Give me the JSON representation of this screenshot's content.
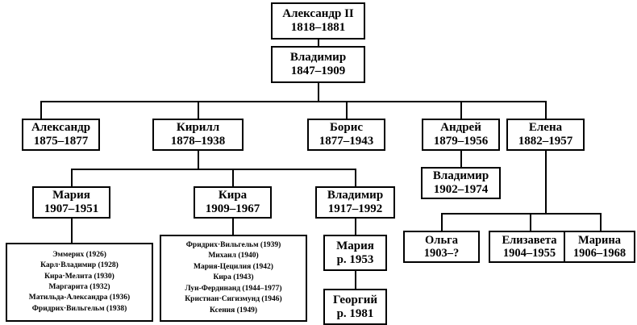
{
  "diagram": {
    "title": "Romanov Vladimirovichi genealogical tree",
    "line_color": "#000000",
    "background_color": "#ffffff"
  },
  "nodes": {
    "alexander2": {
      "name": "Александр II",
      "dates": "1818–1881"
    },
    "vladimir1847": {
      "name": "Владимир",
      "dates": "1847–1909"
    },
    "alexander1875": {
      "name": "Александр",
      "dates": "1875–1877"
    },
    "kirill": {
      "name": "Кирилл",
      "dates": "1878–1938"
    },
    "boris": {
      "name": "Борис",
      "dates": "1877–1943"
    },
    "andrey": {
      "name": "Андрей",
      "dates": "1879–1956"
    },
    "elena": {
      "name": "Елена",
      "dates": "1882–1957"
    },
    "maria1907": {
      "name": "Мария",
      "dates": "1907–1951"
    },
    "kira1909": {
      "name": "Кира",
      "dates": "1909–1967"
    },
    "vladimir1917": {
      "name": "Владимир",
      "dates": "1917–1992"
    },
    "vladimir1902": {
      "name": "Владимир",
      "dates": "1902–1974"
    },
    "maria1953": {
      "name": "Мария",
      "dates": "р. 1953"
    },
    "georgiy1981": {
      "name": "Георгий",
      "dates": "р. 1981"
    },
    "olga": {
      "name": "Ольга",
      "dates": "1903–?"
    },
    "elizaveta": {
      "name": "Елизавета",
      "dates": "1904–1955"
    },
    "marina": {
      "name": "Марина",
      "dates": "1906–1968"
    }
  },
  "lists": {
    "maria_children": [
      "Эммерих (1926)",
      "Карл·Владимир (1928)",
      "Кира·Мелита (1930)",
      "Маргарита (1932)",
      "Матильда-Александра (1936)",
      "Фридрих·Вильгельм (1938)"
    ],
    "kira_children": [
      "Фридрих·Вильгельм (1939)",
      "Михаил (1940)",
      "Мария-Цецилия (1942)",
      "Кира (1943)",
      "Луи-Фердинанд (1944–1977)",
      "Кристиан·Сигизмунд (1946)",
      "Ксения (1949)"
    ]
  }
}
